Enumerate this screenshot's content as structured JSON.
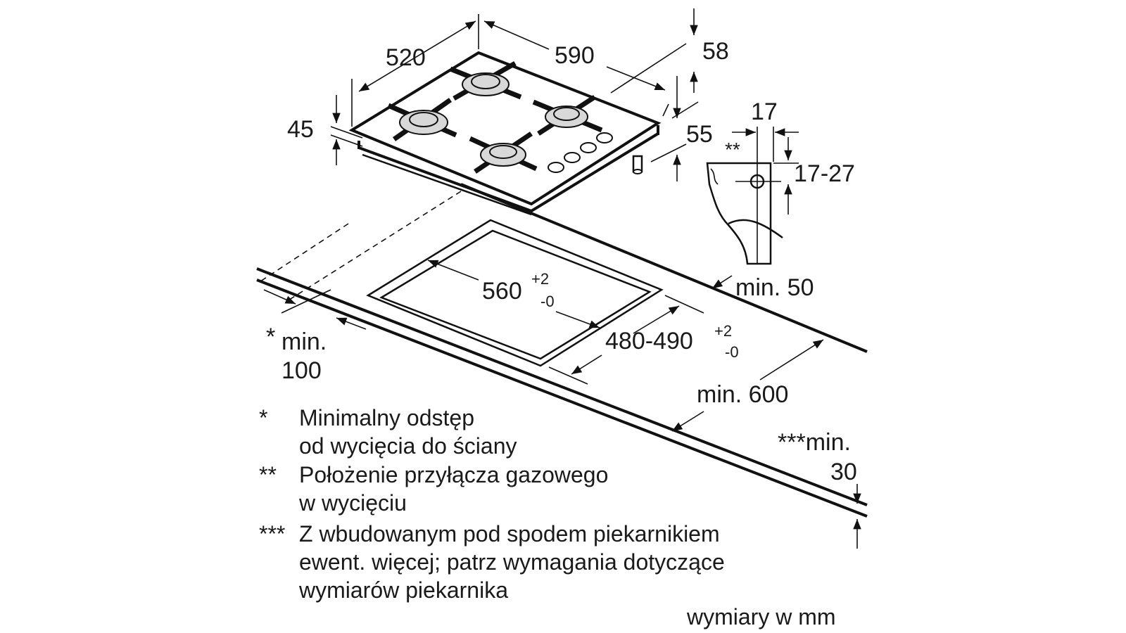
{
  "dimensions": {
    "hob_depth": "520",
    "hob_width": "590",
    "hob_height_58": "58",
    "glass_thickness": "45",
    "under_height_55": "55",
    "gas_offset": "17",
    "gas_height": "17-27",
    "gas_marker": "**",
    "cutout_width": "560",
    "cutout_width_tol_plus": "+2",
    "cutout_width_tol_minus": "-0",
    "cutout_depth": "480-490",
    "cutout_depth_tol_plus": "+2",
    "cutout_depth_tol_minus": "-0",
    "min_50": "min. 50",
    "min_600": "min. 600",
    "wall_min_star": "*",
    "wall_min_label": "min.",
    "wall_min_value": "100",
    "oven_min_label": "***min.",
    "oven_min_value": "30"
  },
  "notes": [
    {
      "marker": "*",
      "lines": [
        "Minimalny odstęp",
        "od wycięcia do ściany"
      ]
    },
    {
      "marker": "**",
      "lines": [
        "Położenie przyłącza gazowego",
        "w wycięciu"
      ]
    },
    {
      "marker": "***",
      "lines": [
        "Z wbudowanym pod spodem piekarnikiem",
        "ewent. więcej; patrz wymagania dotyczące",
        "wymiarów piekarnika"
      ]
    }
  ],
  "units_note": "wymiary w mm"
}
